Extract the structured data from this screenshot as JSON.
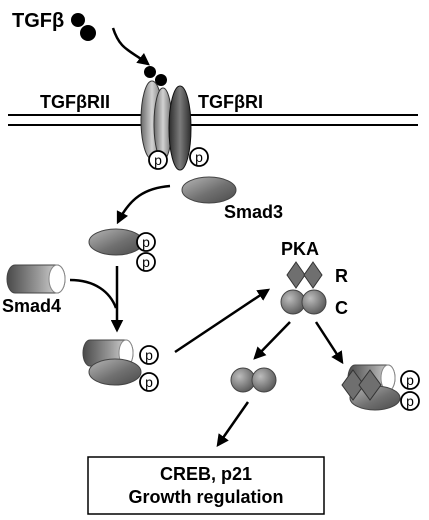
{
  "labels": {
    "tgfb": "TGFβ",
    "tgfbr2": "TGFβRII",
    "tgfbr1": "TGFβRI",
    "smad3": "Smad3",
    "smad4": "Smad4",
    "pka": "PKA",
    "r": "R",
    "c": "C",
    "p": "p"
  },
  "output_box": {
    "line1": "CREB, p21",
    "line2": "Growth regulation"
  }
}
